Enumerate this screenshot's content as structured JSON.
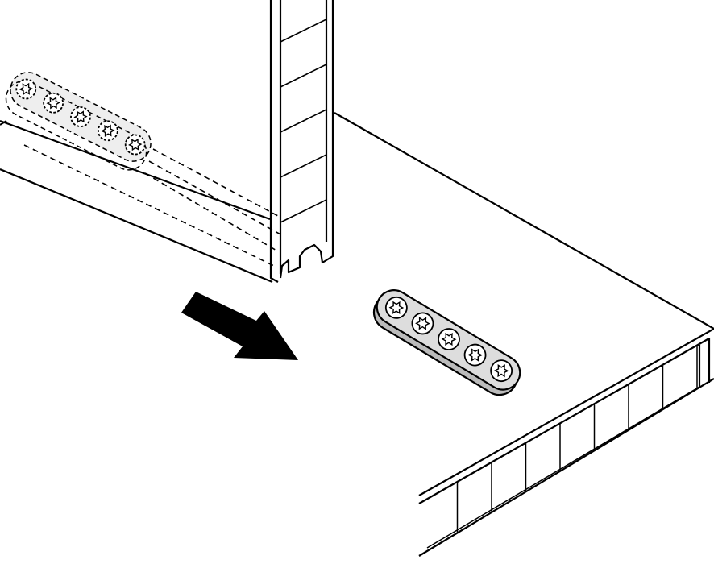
{
  "diagram": {
    "colors": {
      "line": "#000000",
      "background": "#ffffff",
      "connector_fill": "#c8c8c8",
      "ghost_fill": "#eeeeee"
    },
    "parts": [
      "vertical-panel",
      "side-board",
      "base-board",
      "connector-strip",
      "direction-arrow"
    ],
    "screw_count": 5
  }
}
